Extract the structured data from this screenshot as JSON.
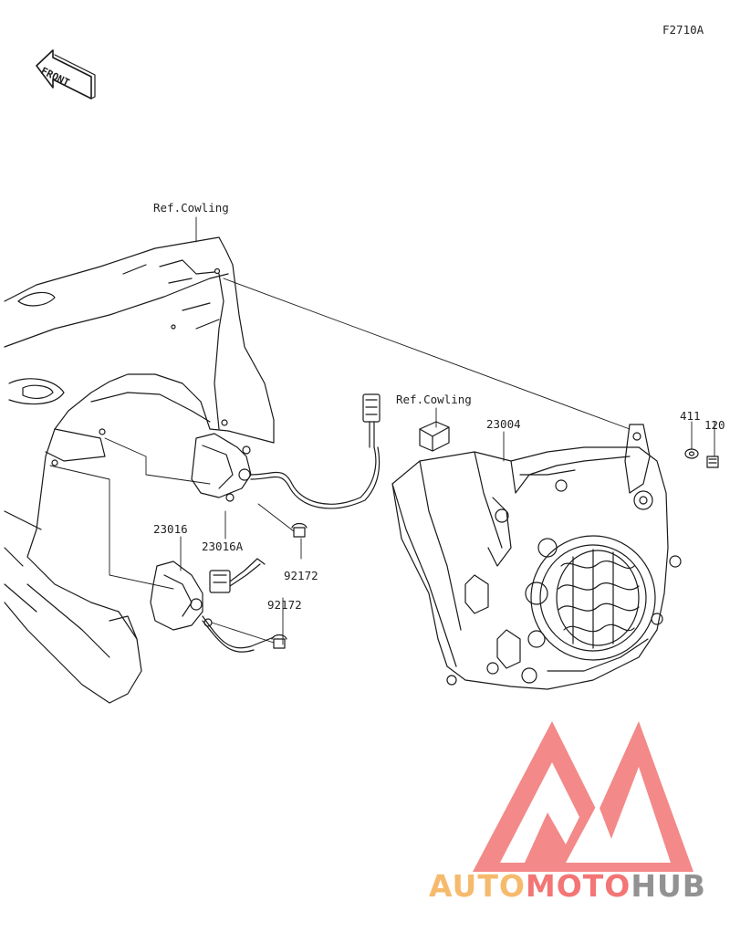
{
  "diagram_code": "F2710A",
  "front_label": "FRONT",
  "ref_labels": {
    "cowling_top": "Ref.Cowling",
    "cowling_mid": "Ref.Cowling"
  },
  "part_numbers": {
    "headlight": "23004",
    "washer": "411",
    "bolt": "120",
    "cornering_lamp_left": "23016",
    "cornering_lamp_right": "23016A",
    "screw_upper": "92172",
    "screw_lower": "92172"
  },
  "watermark": {
    "part1": "AUTO",
    "part2": "MOTO",
    "part3": "HUB",
    "color_main": "#f4a43c",
    "color_accent": "#ee3b3b",
    "color_dark": "#777777",
    "logo_color": "#ea2a2a"
  }
}
